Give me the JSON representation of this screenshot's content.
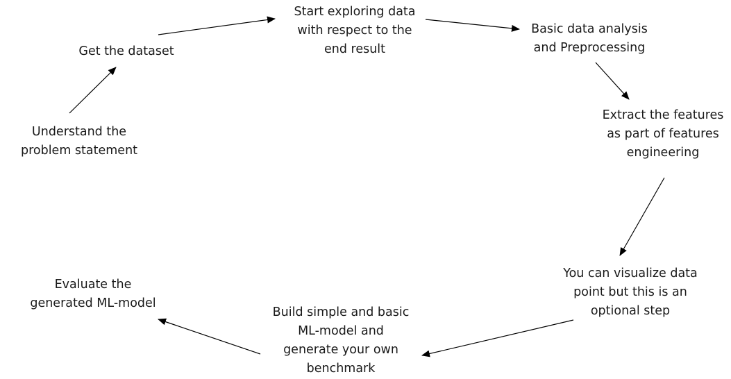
{
  "steps": [
    {
      "id": "understand",
      "lines": [
        "Understand the",
        "problem statement"
      ]
    },
    {
      "id": "get-dataset",
      "lines": [
        "Get the dataset"
      ]
    },
    {
      "id": "explore",
      "lines": [
        "Start exploring data",
        "with respect to the",
        "end result"
      ]
    },
    {
      "id": "preprocess",
      "lines": [
        "Basic data analysis",
        "and Preprocessing"
      ]
    },
    {
      "id": "features",
      "lines": [
        "Extract the features",
        "as part of features",
        "engineering"
      ]
    },
    {
      "id": "visualize",
      "lines": [
        "You can visualize data",
        "point but this is an",
        "optional step"
      ]
    },
    {
      "id": "build-model",
      "lines": [
        "Build simple and basic",
        "ML-model and",
        "generate your own",
        "benchmark"
      ]
    },
    {
      "id": "evaluate",
      "lines": [
        "Evaluate the",
        "generated ML-model"
      ]
    }
  ]
}
